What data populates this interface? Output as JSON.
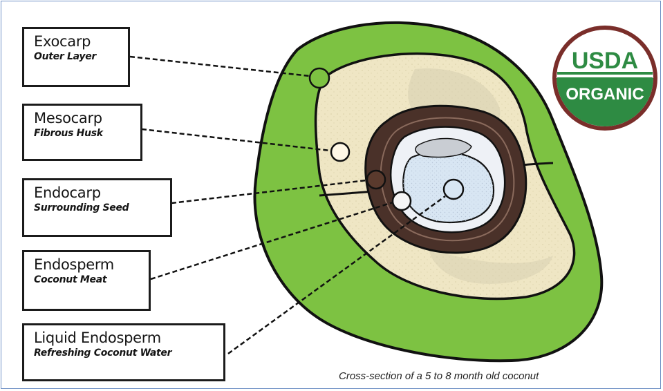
{
  "labels": [
    {
      "title": "Exocarp",
      "subtitle": "Outer Layer"
    },
    {
      "title": "Mesocarp",
      "subtitle": "Fibrous Husk"
    },
    {
      "title": "Endocarp",
      "subtitle": "Surrounding Seed"
    },
    {
      "title": "Endosperm",
      "subtitle": "Coconut Meat"
    },
    {
      "title": "Liquid Endosperm",
      "subtitle": "Refreshing Coconut Water"
    }
  ],
  "badge": {
    "top": "USDA",
    "bottom": "ORGANIC"
  },
  "caption": "Cross-section of a 5 to 8 month old coconut",
  "colors": {
    "exocarp": "#7dc242",
    "mesocarp": "#efe6c4",
    "endocarp": "#4a3129",
    "endosperm": "#eef1f6",
    "liquid": "#d8e6f3",
    "badge_green": "#2e8b43",
    "badge_ring": "#7a2e2a"
  }
}
